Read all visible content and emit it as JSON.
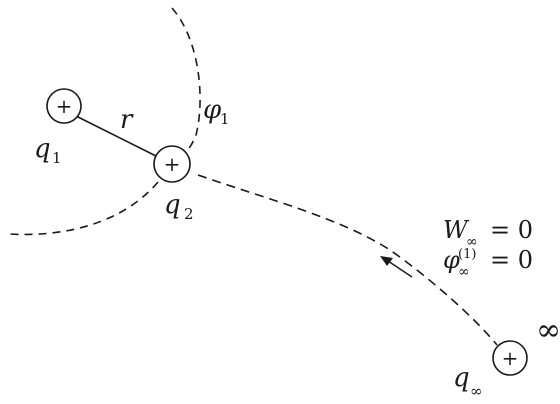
{
  "diagram": {
    "charges": {
      "q1": {
        "sign": "+",
        "label": "q",
        "sub": "1"
      },
      "q2": {
        "sign": "+",
        "label": "q",
        "sub": "2"
      },
      "qinf": {
        "sign": "+",
        "label": "q",
        "sub": "∞"
      }
    },
    "distance_label": "r",
    "equipotential_label": {
      "main": "φ",
      "sub": "1"
    },
    "infinity_symbol": "∞",
    "equations": {
      "work": {
        "symbol": "W",
        "sub": "∞",
        "rhs": "= 0"
      },
      "potential": {
        "symbol": "φ",
        "sup": "(1)",
        "sub": "∞",
        "rhs": "= 0"
      }
    },
    "colors": {
      "ink": "#1a1a1a",
      "background": "#ffffff"
    }
  }
}
